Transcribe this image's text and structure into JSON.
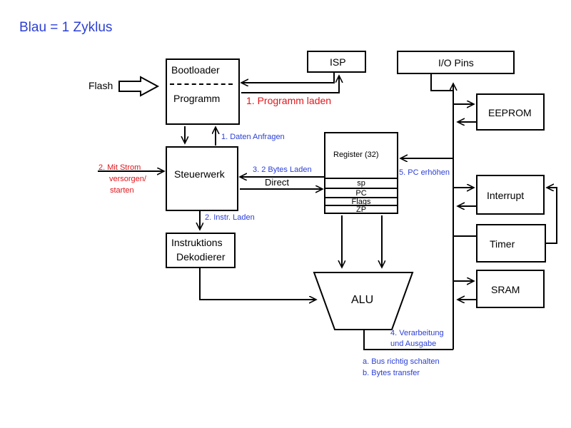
{
  "title": "Blau = 1 Zyklus",
  "colors": {
    "blue": "#2b3fd6",
    "red": "#e0151a",
    "black": "#000000"
  },
  "blocks": {
    "flash": "Flash",
    "bootloader": "Bootloader",
    "programm": "Programm",
    "isp": "ISP",
    "io_pins": "I/O Pins",
    "eeprom": "EEPROM",
    "interrupt": "Interrupt",
    "timer": "Timer",
    "sram": "SRAM",
    "steuerwerk": "Steuerwerk",
    "instr_line1": "Instruktions",
    "instr_line2": "Dekodierer",
    "register": "Register (32)",
    "reg_rows": [
      "sp",
      "PC",
      "Flags",
      "ZP"
    ],
    "alu": "ALU"
  },
  "labels": {
    "programm_laden": "1. Programm laden",
    "daten_anfragen": "1. Daten Anfragen",
    "mit_strom_1": "2. Mit Strom",
    "mit_strom_2": "versorgen/",
    "mit_strom_3": "starten",
    "bytes_laden": "3. 2 Bytes Laden",
    "direct": "Direct",
    "instr_laden": "2. Instr. Laden",
    "pc_erhoehen": "5. PC erhöhen",
    "verarbeitung_1": "4. Verarbeitung",
    "verarbeitung_2": "und Ausgabe",
    "bus_schalten": "a. Bus richtig schalten",
    "bytes_transfer": "b. Bytes transfer"
  }
}
